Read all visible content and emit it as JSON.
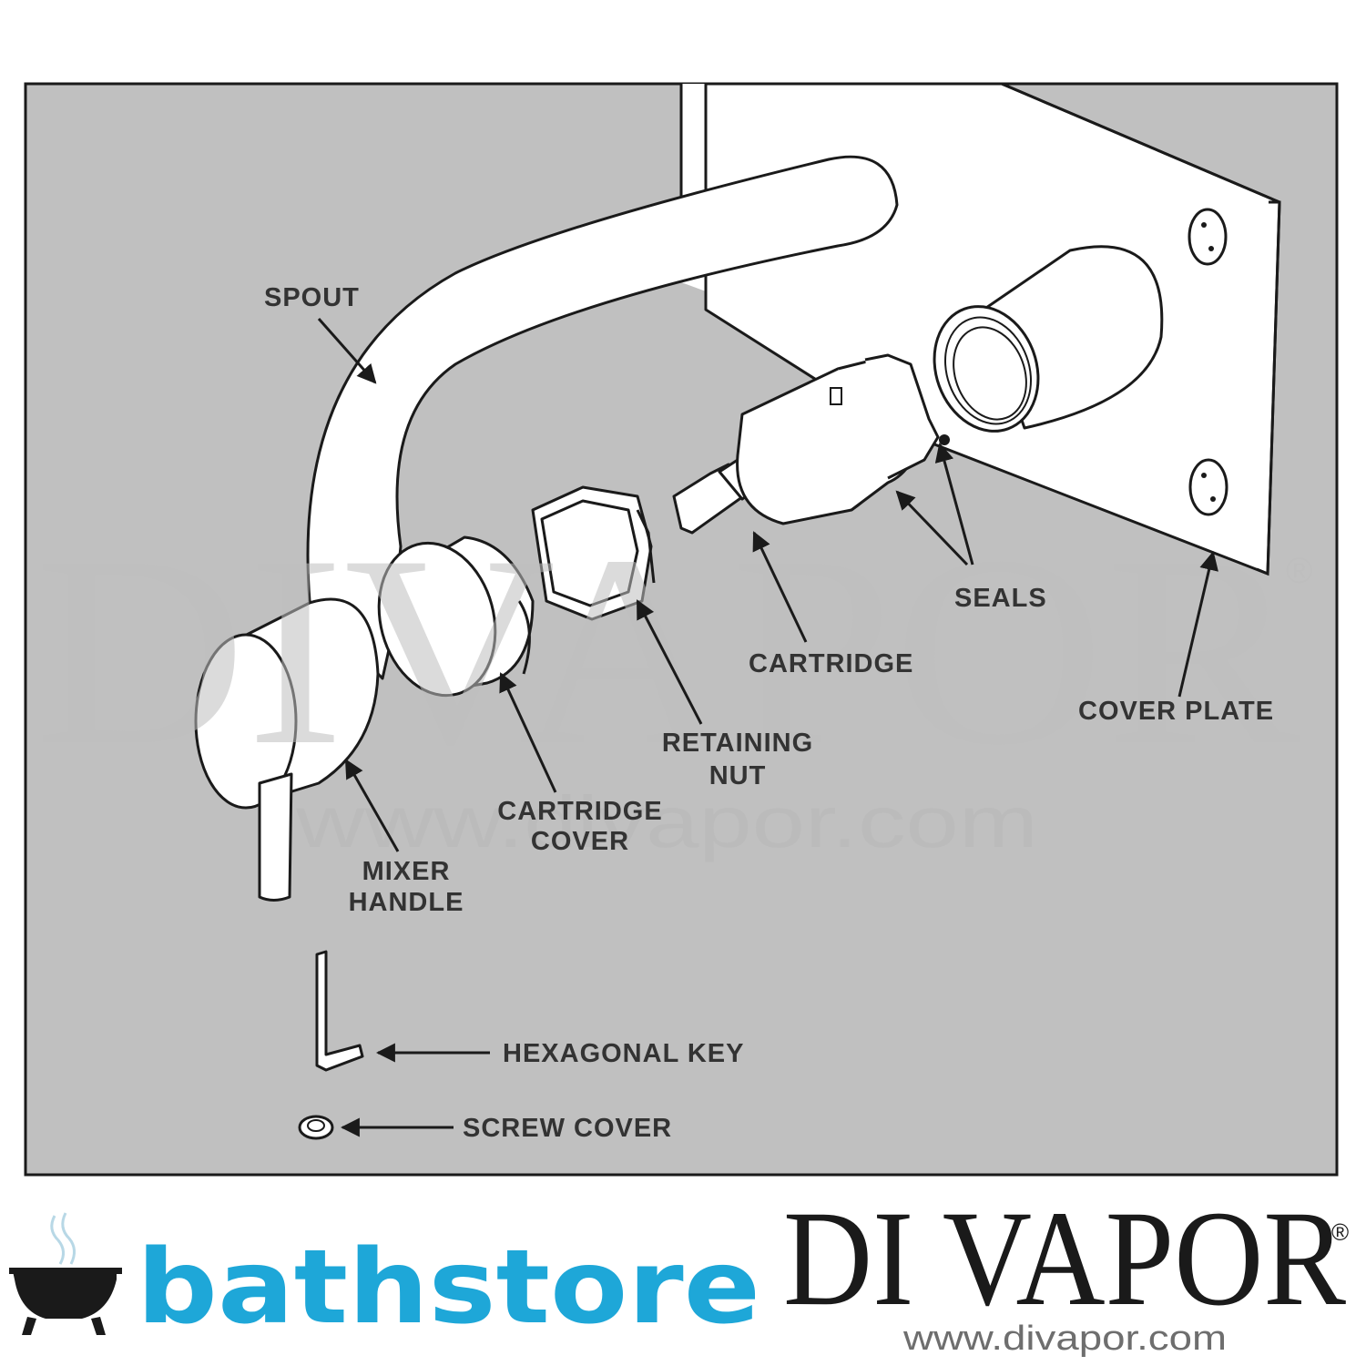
{
  "diagram": {
    "labels": {
      "spout": "SPOUT",
      "seals": "SEALS",
      "cartridge": "CARTRIDGE",
      "cover_plate": "COVER PLATE",
      "retaining_nut_1": "RETAINING",
      "retaining_nut_2": "NUT",
      "cartridge_cover_1": "CARTRIDGE",
      "cartridge_cover_2": "COVER",
      "mixer_handle_1": "MIXER",
      "mixer_handle_2": "HANDLE",
      "hexagonal_key": "HEXAGONAL KEY",
      "screw_cover": "SCREW COVER"
    },
    "watermark": {
      "brand": "DIVAPOR",
      "registered": "®",
      "url": "www.divapor.com"
    }
  },
  "footer": {
    "bathstore": "bathstore",
    "divapor": "DI VAPOR",
    "registered": "®",
    "url": "www.divapor.com"
  },
  "colors": {
    "panel": "#c0c0c0",
    "bathstore_blue": "#1ea7d8",
    "outline": "#1a1a1a"
  }
}
